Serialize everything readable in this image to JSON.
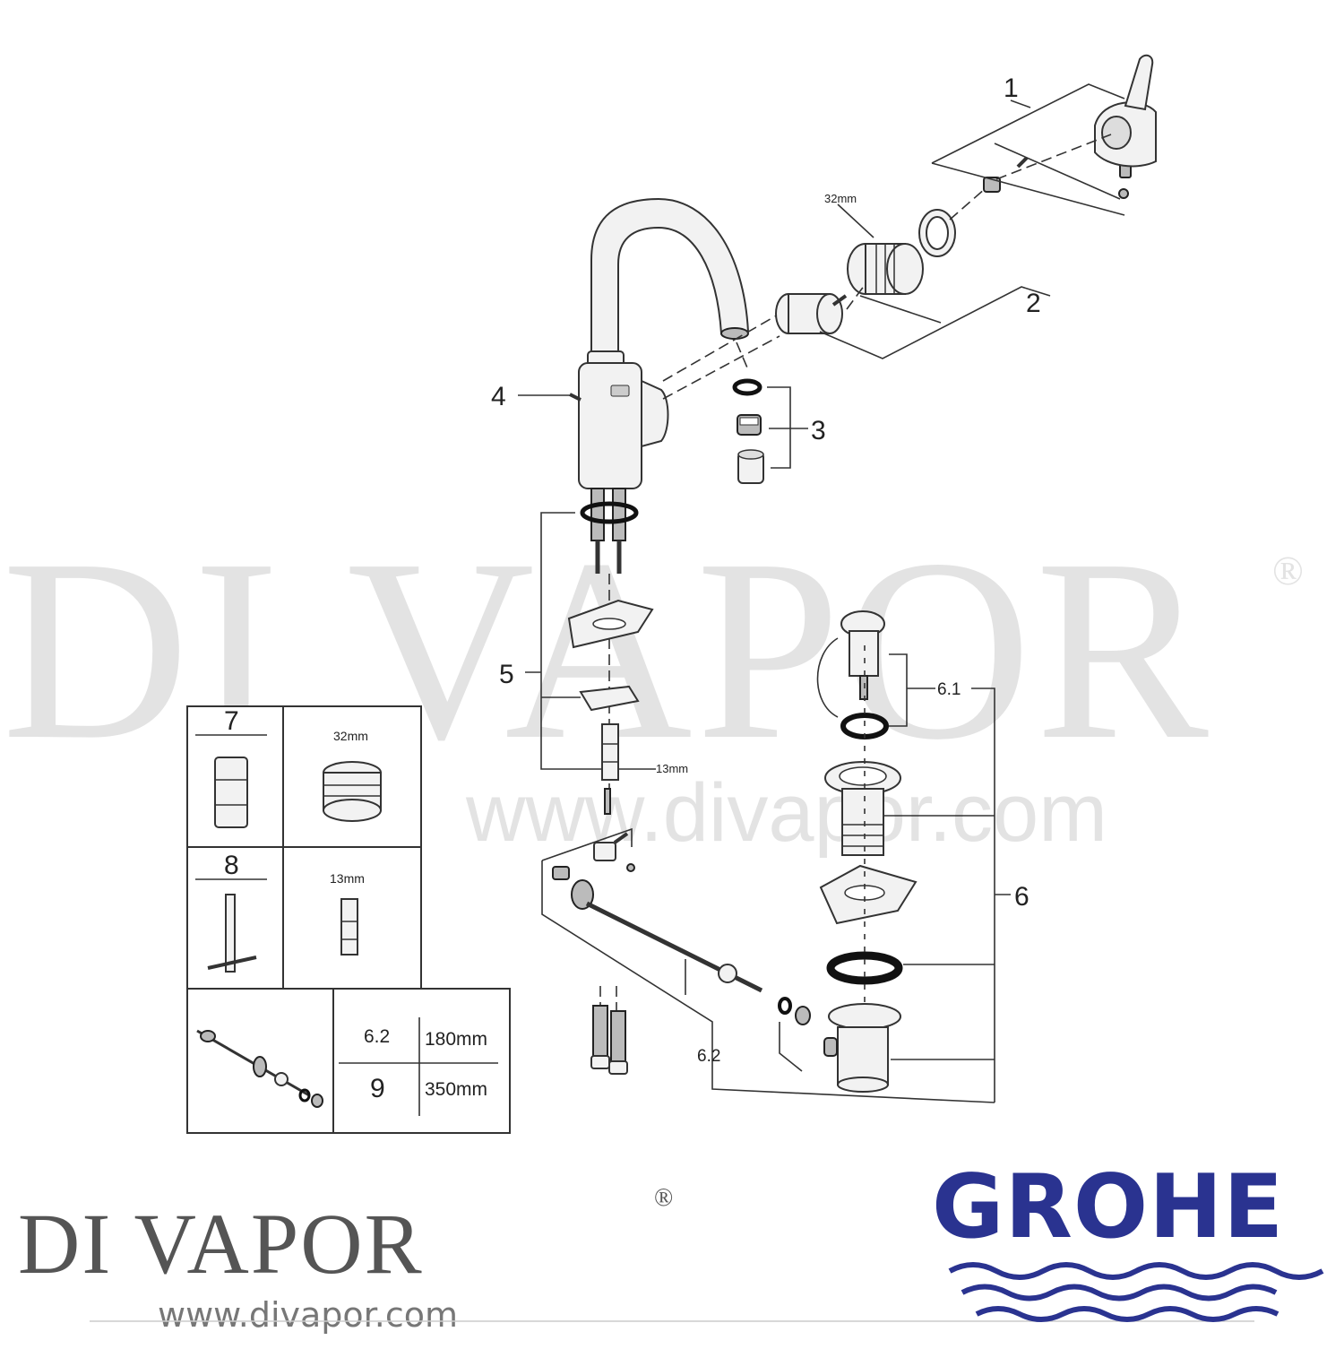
{
  "watermark": {
    "name": "DI VAPOR",
    "reg": "®",
    "url": "www.divapor.com"
  },
  "callouts": {
    "c1": "1",
    "c2": "2",
    "c3": "3",
    "c4": "4",
    "c5": "5",
    "c6": "6",
    "c6_1": "6.1",
    "c6_2": "6.2"
  },
  "dimensions": {
    "cartridge_nut": "32mm",
    "spindle": "13mm"
  },
  "spares_table": {
    "row7_label": "7",
    "row7_dim": "32mm",
    "row8_label": "8",
    "row8_dim": "13mm",
    "rod_rows": [
      {
        "ref": "6.2",
        "length": "180mm"
      },
      {
        "ref": "9",
        "length": "350mm"
      }
    ]
  },
  "footer": {
    "brand": "DI VAPOR",
    "reg": "®",
    "url": "www.divapor.com",
    "manufacturer": "GROHE",
    "wave_color": "#2a3390"
  }
}
